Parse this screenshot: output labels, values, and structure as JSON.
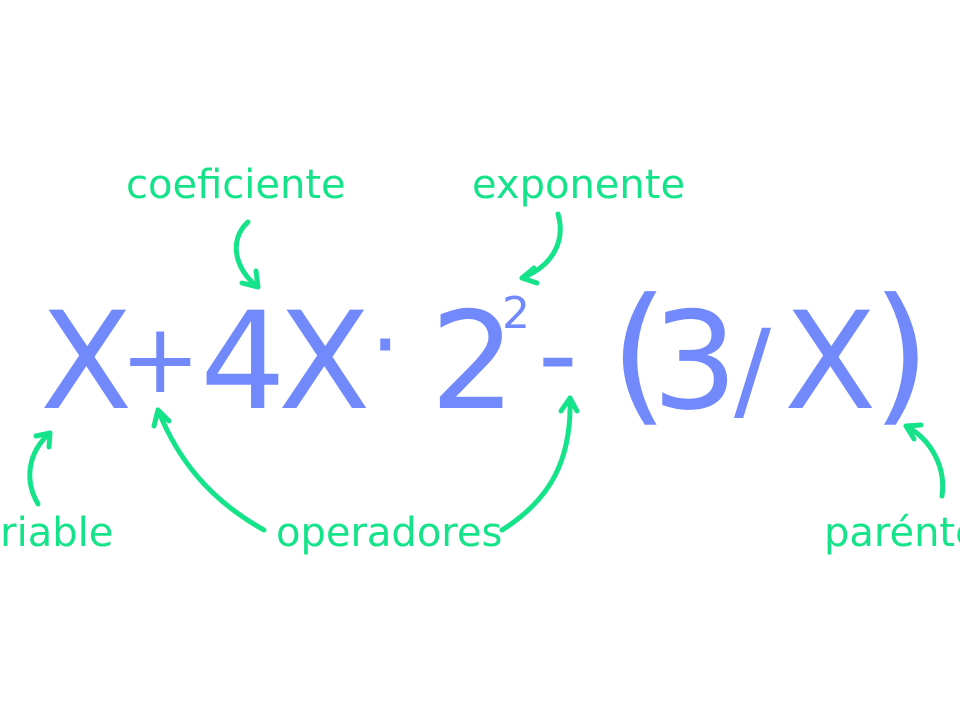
{
  "colors": {
    "expression": "#7289fb",
    "labels": "#15e38a",
    "background": "#ffffff"
  },
  "expression": {
    "var1": "X",
    "plus": "+",
    "coef": "4",
    "var2": "X",
    "dot": "·",
    "base": "2",
    "exp": "2",
    "minus": "-",
    "open_paren": "(",
    "num": "3",
    "slash": "/",
    "var3": "X",
    "close_paren": ")"
  },
  "labels": {
    "coeficiente": "coeficiente",
    "exponente": "exponente",
    "variable": "variable",
    "operadores": "operadores",
    "parentesis": "paréntesis"
  }
}
